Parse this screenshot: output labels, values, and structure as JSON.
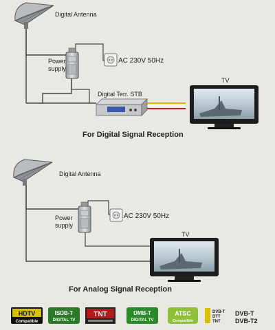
{
  "top_diagram": {
    "antenna_label": "Digital Antenna",
    "power_label_line1": "Power",
    "power_label_line2": "supply",
    "outlet_label": "AC 230V 50Hz",
    "stb_label": "Digital Terr. STB",
    "tv_label": "TV",
    "caption": "For Digital Signal Reception"
  },
  "bottom_diagram": {
    "antenna_label": "Digital Antenna",
    "power_label_line1": "Power",
    "power_label_line2": "supply",
    "outlet_label": "AC 230V 50Hz",
    "tv_label": "TV",
    "caption": "For Analog Signal Reception"
  },
  "badges": [
    {
      "line1": "HDTV",
      "line2": "Compatible",
      "color": "#d8c000"
    },
    {
      "line1": "ISDB-T",
      "line2": "DIGITAL TV",
      "color": "#2a7a2a"
    },
    {
      "line1": "TNT",
      "line2": "",
      "color": "#b31b1b"
    },
    {
      "line1": "DMB-T",
      "line2": "DIGITAL TV",
      "color": "#2a8a2a"
    },
    {
      "line1": "ATSC",
      "line2": "Compatible",
      "color": "#8fc03a"
    },
    {
      "line1": "DVB-T",
      "line2": "DTT",
      "line3": "TNT",
      "color": "#d8c000"
    },
    {
      "line1": "DVB-T",
      "line2": "DVB-T2",
      "color": "#1a1a1a"
    }
  ]
}
